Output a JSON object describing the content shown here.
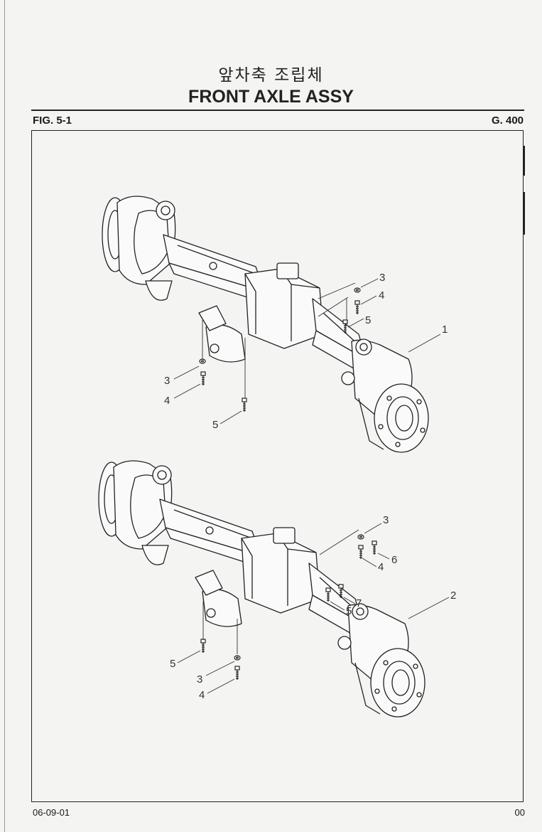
{
  "title_korean": "앞차축 조립체",
  "title_english": "FRONT AXLE ASSY",
  "figure_label": "FIG. 5-1",
  "group_label": "G. 400",
  "footer": {
    "date": "06-09-01",
    "page": "00"
  },
  "upper_assembly_callouts": [
    "1",
    "3",
    "4",
    "5",
    "3",
    "4",
    "5"
  ],
  "lower_assembly_callouts": [
    "2",
    "3",
    "6",
    "4",
    "7",
    "5",
    "5",
    "3",
    "4"
  ]
}
